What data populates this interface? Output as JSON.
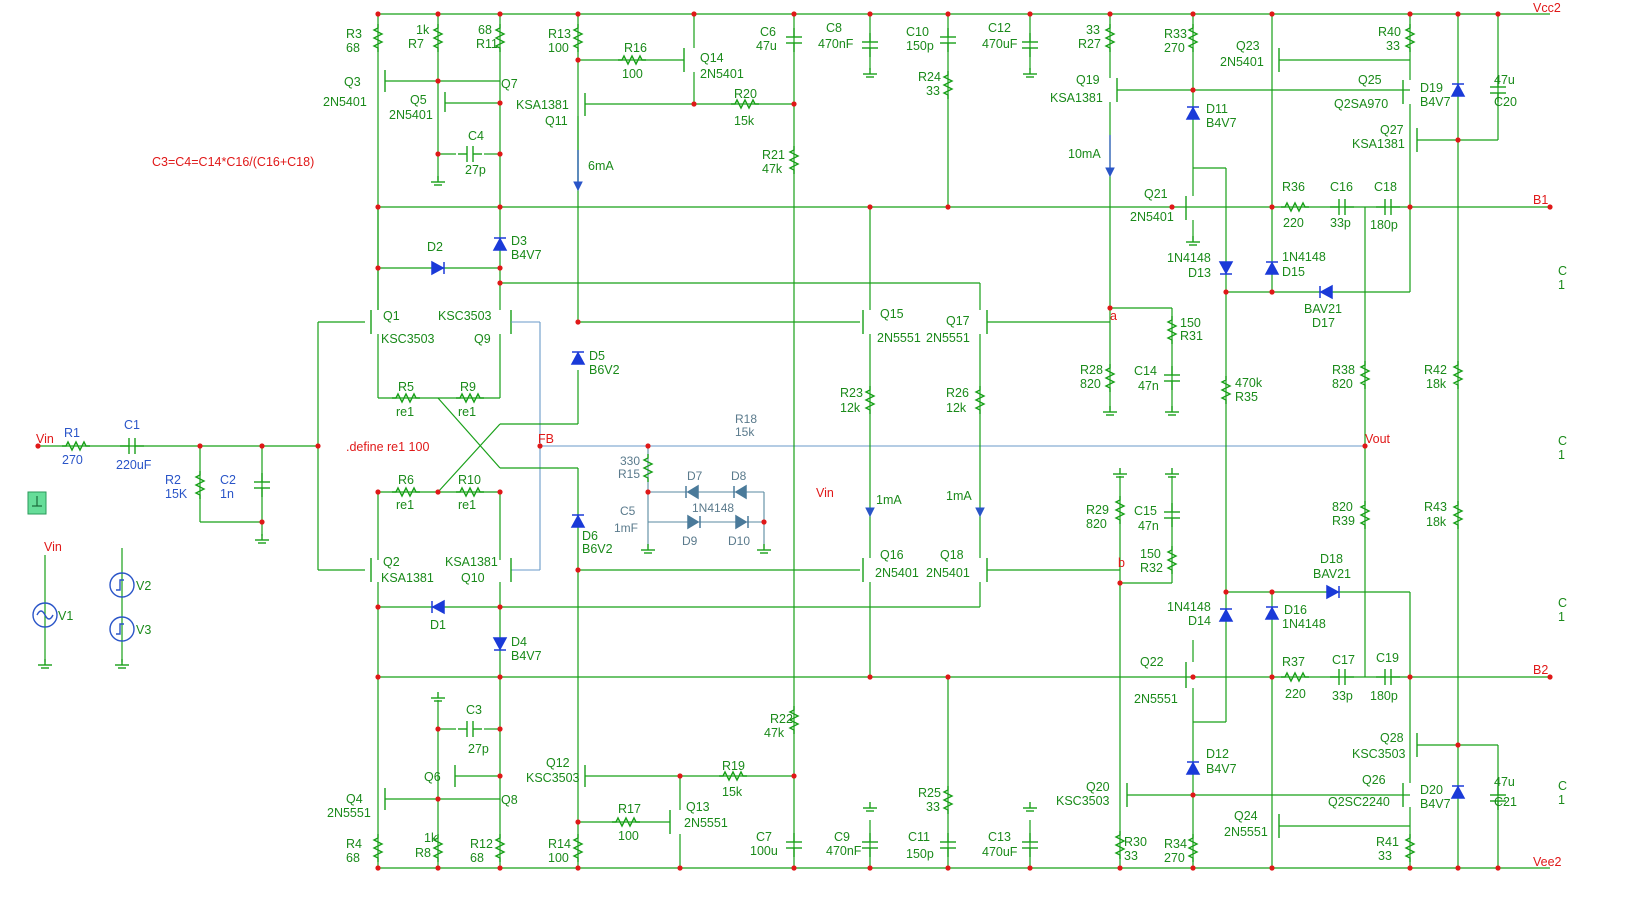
{
  "header": {
    "vcc": "Vcc2",
    "vee": "Vee2",
    "equation": "C3=C4=C14*C16/(C16+C18)",
    "define": ".define re1 100"
  },
  "nets": {
    "vin_in": "Vin",
    "vin_src": "Vin",
    "vin_mid": "Vin",
    "fb": "FB",
    "b1": "B1",
    "b2": "B2",
    "vout": "Vout",
    "a": "a",
    "b": "b",
    "edge_c1": "C",
    "edge_c1v": "1",
    "edge_c2": "C",
    "edge_c2v": "1",
    "edge_c3": "C",
    "edge_c3v": "1",
    "edge_c4": "C",
    "edge_c4v": "1"
  },
  "currents": {
    "i6ma": "6mA",
    "i10ma": "10mA",
    "i1ma_a": "1mA",
    "i1ma_b": "1mA"
  },
  "sources": {
    "v1": "V1",
    "v2": "V2",
    "v3": "V3"
  },
  "components": {
    "R1": {
      "name": "R1",
      "value": "270"
    },
    "C1": {
      "name": "C1",
      "value": "220uF"
    },
    "R2": {
      "name": "R2",
      "value": "15K"
    },
    "C2": {
      "name": "C2",
      "value": "1n"
    },
    "R3": {
      "name": "R3",
      "value": "68"
    },
    "R4": {
      "name": "R4",
      "value": "68"
    },
    "R5": {
      "name": "R5",
      "value": "re1"
    },
    "R6": {
      "name": "R6",
      "value": "re1"
    },
    "R7": {
      "name": "R7",
      "value": "1k"
    },
    "R8": {
      "name": "R8",
      "value": "1k"
    },
    "R9": {
      "name": "R9",
      "value": "re1"
    },
    "R10": {
      "name": "R10",
      "value": "re1"
    },
    "R11": {
      "name": "R11",
      "value": "68"
    },
    "R12": {
      "name": "R12",
      "value": "68"
    },
    "R13": {
      "name": "R13",
      "value": "100"
    },
    "R14": {
      "name": "R14",
      "value": "100"
    },
    "R15": {
      "name": "R15",
      "value": "330"
    },
    "R16": {
      "name": "R16",
      "value": "100"
    },
    "R17": {
      "name": "R17",
      "value": "100"
    },
    "R18": {
      "name": "R18",
      "value": "15k"
    },
    "R19": {
      "name": "R19",
      "value": "15k"
    },
    "R20": {
      "name": "R20",
      "value": "15k"
    },
    "R21": {
      "name": "R21",
      "value": "47k"
    },
    "R22": {
      "name": "R22",
      "value": "47k"
    },
    "R23": {
      "name": "R23",
      "value": "12k"
    },
    "R24": {
      "name": "R24",
      "value": "33"
    },
    "R25": {
      "name": "R25",
      "value": "33"
    },
    "R26": {
      "name": "R26",
      "value": "12k"
    },
    "R27": {
      "name": "R27",
      "value": "33"
    },
    "R28": {
      "name": "R28",
      "value": "820"
    },
    "R29": {
      "name": "R29",
      "value": "820"
    },
    "R30": {
      "name": "R30",
      "value": "33"
    },
    "R31": {
      "name": "R31",
      "value": "150"
    },
    "R32": {
      "name": "R32",
      "value": "150"
    },
    "R33": {
      "name": "R33",
      "value": "270"
    },
    "R34": {
      "name": "R34",
      "value": "270"
    },
    "R35": {
      "name": "R35",
      "value": "470k"
    },
    "R36": {
      "name": "R36",
      "value": "220"
    },
    "R37": {
      "name": "R37",
      "value": "220"
    },
    "R38": {
      "name": "R38",
      "value": "820"
    },
    "R39": {
      "name": "R39",
      "value": "820"
    },
    "R40": {
      "name": "R40",
      "value": "33"
    },
    "R41": {
      "name": "R41",
      "value": "33"
    },
    "R42": {
      "name": "R42",
      "value": "18k"
    },
    "R43": {
      "name": "R43",
      "value": "18k"
    },
    "C3": {
      "name": "C3",
      "value": "27p"
    },
    "C4": {
      "name": "C4",
      "value": "27p"
    },
    "C5": {
      "name": "C5",
      "value": "1mF"
    },
    "C6": {
      "name": "C6",
      "value": "47u"
    },
    "C7": {
      "name": "C7",
      "value": "100u"
    },
    "C8": {
      "name": "C8",
      "value": "470nF"
    },
    "C9": {
      "name": "C9",
      "value": "470nF"
    },
    "C10": {
      "name": "C10",
      "value": "150p"
    },
    "C11": {
      "name": "C11",
      "value": "150p"
    },
    "C12": {
      "name": "C12",
      "value": "470uF"
    },
    "C13": {
      "name": "C13",
      "value": "470uF"
    },
    "C14": {
      "name": "C14",
      "value": "47n"
    },
    "C15": {
      "name": "C15",
      "value": "47n"
    },
    "C16": {
      "name": "C16",
      "value": "33p"
    },
    "C17": {
      "name": "C17",
      "value": "33p"
    },
    "C18": {
      "name": "C18",
      "value": "180p"
    },
    "C19": {
      "name": "C19",
      "value": "180p"
    },
    "C20": {
      "name": "C20",
      "value": "47u"
    },
    "C21": {
      "name": "C21",
      "value": "47u"
    },
    "Q1": {
      "name": "Q1",
      "value": "KSC3503"
    },
    "Q2": {
      "name": "Q2",
      "value": "KSA1381"
    },
    "Q3": {
      "name": "Q3",
      "value": "2N5401"
    },
    "Q4": {
      "name": "Q4",
      "value": "2N5551"
    },
    "Q5": {
      "name": "Q5",
      "value": "2N5401"
    },
    "Q6": {
      "name": "Q6",
      "value": ""
    },
    "Q7": {
      "name": "Q7",
      "value": ""
    },
    "Q8": {
      "name": "Q8",
      "value": ""
    },
    "Q9": {
      "name": "Q9",
      "value": "KSC3503"
    },
    "Q10": {
      "name": "Q10",
      "value": "KSA1381"
    },
    "Q11": {
      "name": "Q11",
      "value": "KSA1381"
    },
    "Q12": {
      "name": "Q12",
      "value": "KSC3503"
    },
    "Q13": {
      "name": "Q13",
      "value": "2N5551"
    },
    "Q14": {
      "name": "Q14",
      "value": "2N5401"
    },
    "Q15": {
      "name": "Q15",
      "value": "2N5551"
    },
    "Q16": {
      "name": "Q16",
      "value": "2N5401"
    },
    "Q17": {
      "name": "Q17",
      "value": "2N5551"
    },
    "Q18": {
      "name": "Q18",
      "value": "2N5401"
    },
    "Q19": {
      "name": "Q19",
      "value": "KSA1381"
    },
    "Q20": {
      "name": "Q20",
      "value": "KSC3503"
    },
    "Q21": {
      "name": "Q21",
      "value": "2N5401"
    },
    "Q22": {
      "name": "Q22",
      "value": "2N5551"
    },
    "Q23": {
      "name": "Q23",
      "value": "2N5401"
    },
    "Q24": {
      "name": "Q24",
      "value": "2N5551"
    },
    "Q25": {
      "name": "Q25",
      "value": "Q2SA970"
    },
    "Q26": {
      "name": "Q26",
      "value": "Q2SC2240"
    },
    "Q27": {
      "name": "Q27",
      "value": "KSA1381"
    },
    "Q28": {
      "name": "Q28",
      "value": "KSC3503"
    },
    "D1": {
      "name": "D1",
      "value": ""
    },
    "D2": {
      "name": "D2",
      "value": ""
    },
    "D3": {
      "name": "D3",
      "value": "B4V7"
    },
    "D4": {
      "name": "D4",
      "value": "B4V7"
    },
    "D5": {
      "name": "D5",
      "value": "B6V2"
    },
    "D6": {
      "name": "D6",
      "value": "B6V2"
    },
    "D7": {
      "name": "D7",
      "value": ""
    },
    "D8": {
      "name": "D8",
      "value": ""
    },
    "D9": {
      "name": "D9",
      "value": ""
    },
    "D10": {
      "name": "D10",
      "value": ""
    },
    "D7D10": {
      "name": "",
      "value": "1N4148"
    },
    "D11": {
      "name": "D11",
      "value": "B4V7"
    },
    "D12": {
      "name": "D12",
      "value": "B4V7"
    },
    "D13": {
      "name": "D13",
      "value": "1N4148"
    },
    "D14": {
      "name": "D14",
      "value": "1N4148"
    },
    "D15": {
      "name": "D15",
      "value": "1N4148"
    },
    "D16": {
      "name": "D16",
      "value": "1N4148"
    },
    "D17": {
      "name": "D17",
      "value": "BAV21"
    },
    "D18": {
      "name": "D18",
      "value": "BAV21"
    },
    "D19": {
      "name": "D19",
      "value": "B4V7"
    },
    "D20": {
      "name": "D20",
      "value": "B4V7"
    }
  },
  "colors": {
    "wire": "#18a018",
    "label": "#1a8a1a",
    "net": "#e01818",
    "diode": "#1a3ad8",
    "source": "#2a55c8"
  }
}
